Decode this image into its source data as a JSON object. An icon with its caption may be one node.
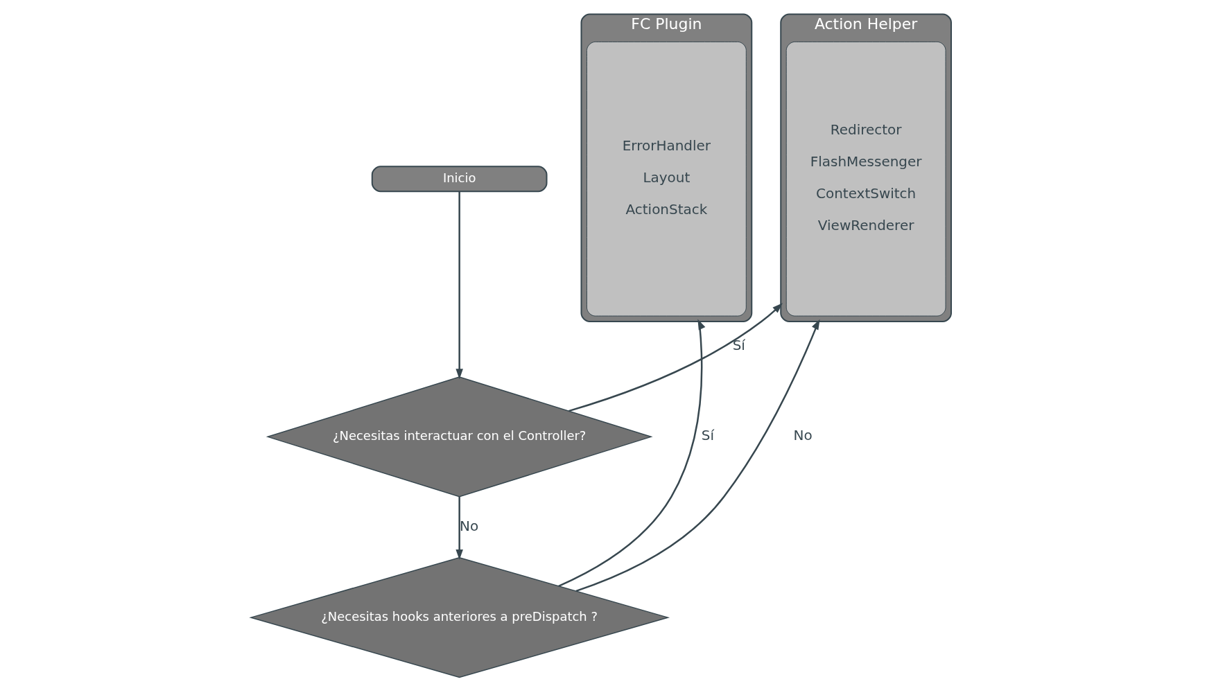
{
  "diagram": {
    "nodes": [
      {
        "text": [
          "Inicio"
        ]
      },
      {
        "text": [
          "¿Necesitas interactuar con el Controller?"
        ]
      },
      {
        "text": [
          "¿Necesitas hooks anteriores a preDispatch ?"
        ]
      },
      {
        "text": [
          "FC Plugin"
        ]
      },
      {
        "text": [
          "ErrorHandler",
          "Layout",
          "ActionStack"
        ],
        "in": 3
      },
      {
        "text": [
          "Action Helper"
        ]
      },
      {
        "text": [
          "Redirector",
          "FlashMessenger",
          "ContextSwitch",
          "ViewRenderer"
        ],
        "in": 5
      }
    ],
    "edges": [
      {
        "from": 0,
        "to": 1,
        "arrow": "to"
      },
      {
        "from": 1,
        "to": 2,
        "label": "No",
        "arrow": "to"
      },
      {
        "from": 1,
        "to": 5,
        "label": "Sí",
        "arrow": "to"
      },
      {
        "from": 2,
        "to": 5,
        "label": "No",
        "arrow": "to"
      },
      {
        "from": 2,
        "to": 3,
        "label": "Sí",
        "arrow": "to"
      }
    ]
  }
}
